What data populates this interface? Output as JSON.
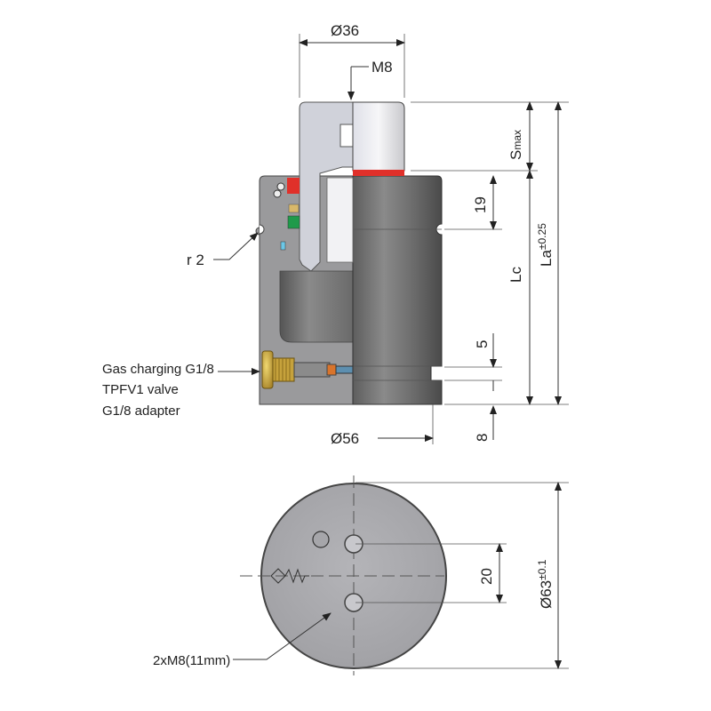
{
  "dimensions": {
    "cap_diameter": "Ø36",
    "thread": "M8",
    "stroke_max_main": "S",
    "stroke_max_sub": "max",
    "upper_height": "19",
    "length_lc": "Lc",
    "length_la": "La",
    "la_tolerance": "±0.25",
    "groove_height": "5",
    "base_height": "8",
    "body_diameter": "Ø56",
    "radius": "r 2",
    "flange_diameter": "Ø63",
    "flange_tolerance": "±0.1",
    "hole_spacing": "20"
  },
  "callouts": {
    "gas_charging": "Gas charging G1/8",
    "valve": "TPFV1 valve",
    "adapter": "G1/8 adapter",
    "mounting_holes": "2xM8(11mm)"
  },
  "colors": {
    "seal_red": "#e0302a",
    "seal_green": "#1f9a4a",
    "seal_tan": "#d8b86a",
    "brass": "#c9a43a",
    "body_dark": "#6e6e6e",
    "body_light": "#b8b8bc"
  }
}
